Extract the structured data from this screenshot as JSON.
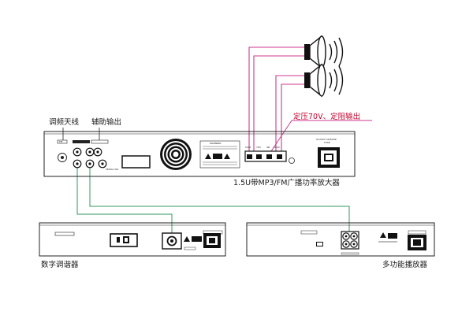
{
  "labels": {
    "tuner_antenna": "调频天线",
    "aux_output": "辅助输出",
    "constant_voltage": "定压70V、定阻输出",
    "amplifier": "1.5U带MP3/FM广播功率放大器",
    "digital_tuner": "数字调谐器",
    "multi_player": "多功能播放器"
  },
  "terminals": {
    "com": "COM",
    "v70": "70V",
    "ohm": "4Ω",
    "v100": "100V"
  },
  "panel_text": {
    "warning": "WARNING",
    "fm": "FM",
    "ac_in": "AC220V 50/60HZ",
    "ac_in_sub": "FUSE",
    "serial": "SERIAL NO."
  },
  "colors": {
    "speaker_wire": "#cc3a8e",
    "signal_wire": "#2e9b5e",
    "callout_red": "#c0002a"
  }
}
